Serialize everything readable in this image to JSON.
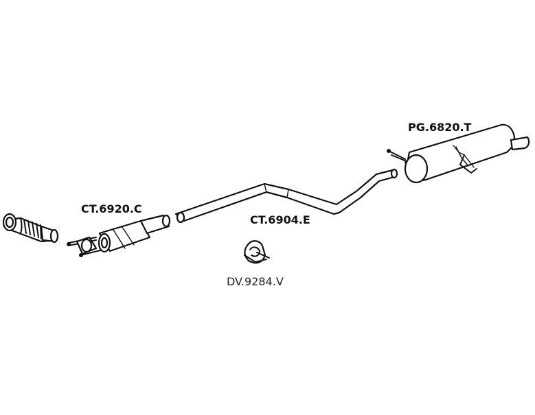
{
  "parts": {
    "front_pipe": {
      "code": "CT.6920.C"
    },
    "middle_pipe": {
      "code": "CT.6904.E"
    },
    "rear_silencer": {
      "code": "PG.6820.T"
    },
    "clamp": {
      "code": "DV.9284.V"
    }
  },
  "colors": {
    "line": "#111111",
    "background": "#ffffff"
  }
}
